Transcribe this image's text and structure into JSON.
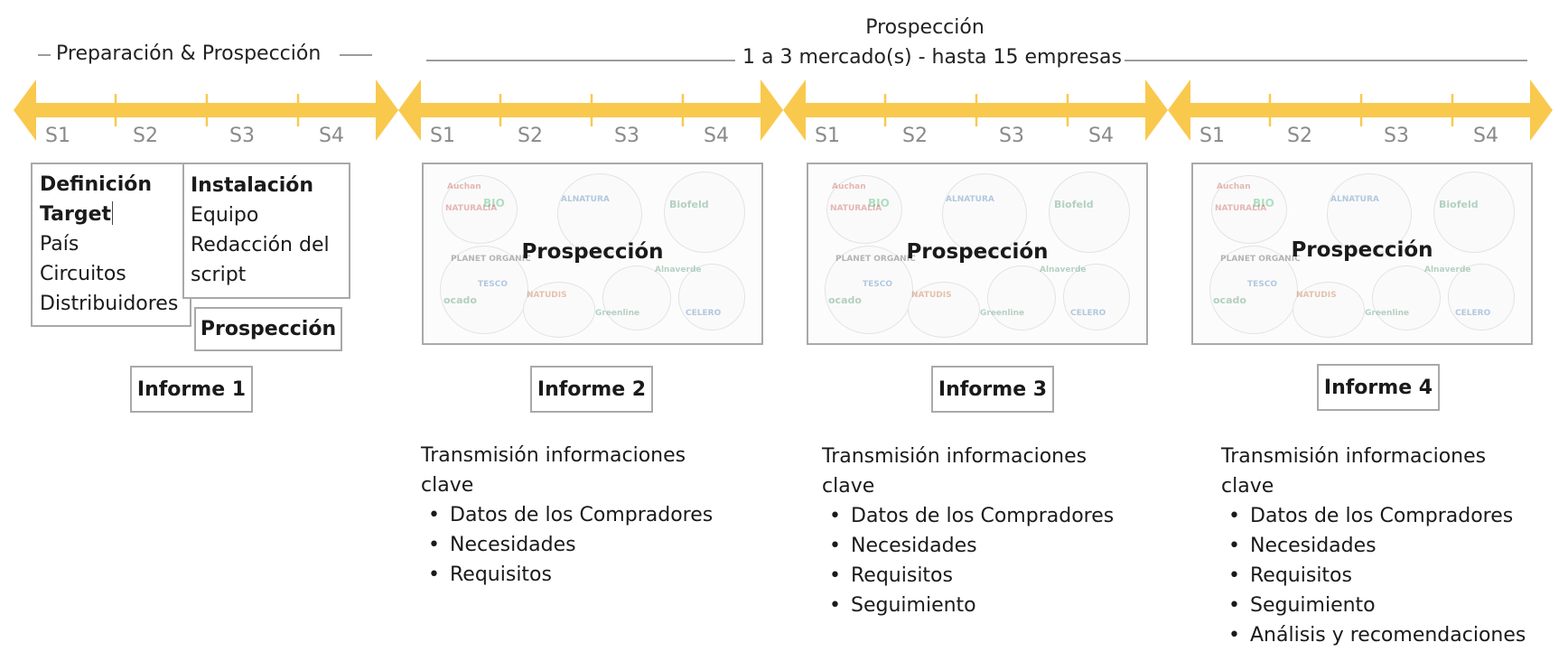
{
  "header": {
    "left_title": "Preparación & Prospección",
    "right_title_line1": "Prospección",
    "right_title_line2": "1 a 3 mercado(s) - hasta 15 empresas"
  },
  "colors": {
    "timeline": "#f9c94e",
    "border": "#a9a9a9",
    "weeks": "#8a8a8a"
  },
  "weeks": [
    "S1",
    "S2",
    "S3",
    "S4"
  ],
  "phase1": {
    "box1": {
      "title": "Definición",
      "subtitle": "Target",
      "lines": [
        "País",
        "Circuitos",
        "Distribuidores"
      ]
    },
    "box2": {
      "title": "Instalación",
      "lines": [
        "Equipo",
        "Redacción del",
        "script"
      ]
    },
    "prospeccion": "Prospección",
    "informe": "Informe 1"
  },
  "panels": [
    {
      "title": "Prospección",
      "informe": "Informe 2"
    },
    {
      "title": "Prospección",
      "informe": "Informe 3"
    },
    {
      "title": "Prospección",
      "informe": "Informe 4"
    }
  ],
  "notes": [
    {
      "heading_line1": "Transmisión informaciones",
      "heading_line2": "clave",
      "items": [
        "Datos de los Compradores",
        "Necesidades",
        "Requisitos"
      ]
    },
    {
      "heading_line1": "Transmisión informaciones",
      "heading_line2": "clave",
      "items": [
        "Datos de los Compradores",
        "Necesidades",
        "Requisitos",
        "Seguimiento"
      ]
    },
    {
      "heading_line1": "Transmisión informaciones",
      "heading_line2": "clave",
      "items": [
        "Datos de los Compradores",
        "Necesidades",
        "Requisitos",
        "Seguimiento",
        "Análisis y recomendaciones"
      ]
    }
  ],
  "logos": [
    "Auchan",
    "BIO",
    "NATURALIA",
    "ALNATURA",
    "Biofeld",
    "PLANET ORGANIC",
    "TESCO",
    "ocado",
    "NATUDIS",
    "Greenline",
    "CELERO",
    "Alnaverde"
  ]
}
